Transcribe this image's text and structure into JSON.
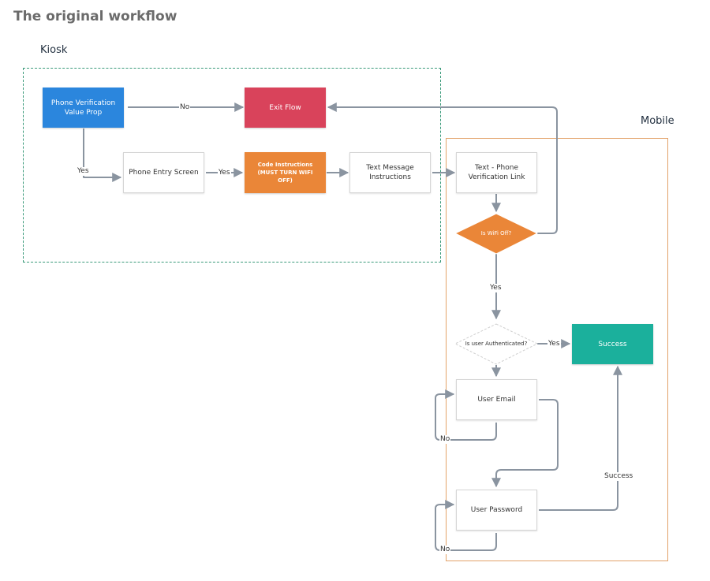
{
  "title": "The original workflow",
  "regions": {
    "kiosk": "Kiosk",
    "mobile": "Mobile"
  },
  "nodes": {
    "phone_verification_value_prop": "Phone Verification\nValue Prop",
    "exit_flow": "Exit Flow",
    "phone_entry_screen": "Phone Entry Screen",
    "code_instructions": "Code Instructions\n(MUST TURN WIFI OFF)",
    "text_message_instructions": "Text Message\nInstructions",
    "text_phone_verification_link": "Text - Phone\nVerification Link",
    "is_wifi_off": "Is WiFi Off?",
    "is_user_authenticated": "Is user Authenticated?",
    "success": "Success",
    "user_email": "User Email",
    "user_password": "User Password"
  },
  "edge_labels": {
    "value_prop_to_exit": "No",
    "value_prop_to_phone_entry": "Yes",
    "phone_entry_to_code": "Yes",
    "wifi_to_authenticated": "Yes",
    "authenticated_to_success": "Yes",
    "email_loop": "No",
    "password_to_success": "Success",
    "password_loop": "No"
  },
  "colors": {
    "blue": "#2b86dd",
    "red": "#d9435b",
    "orange": "#ea8638",
    "teal": "#1bb09c",
    "kiosk_border": "#3a9a7a",
    "mobile_border": "#e3a36a",
    "connector": "#8a94a0"
  }
}
